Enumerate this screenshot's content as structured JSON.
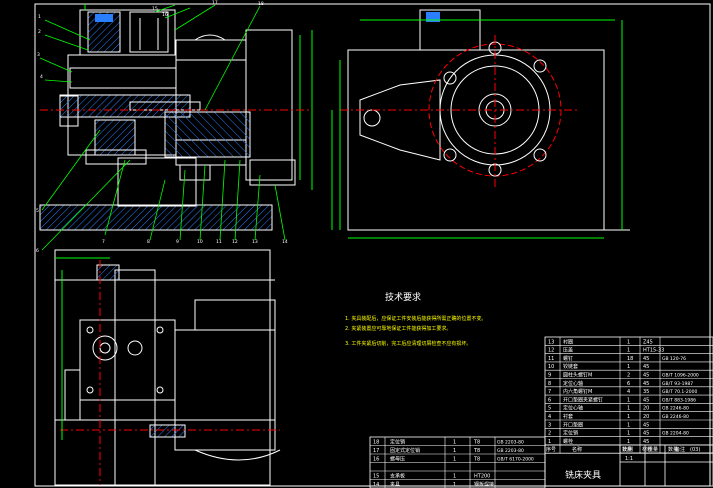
{
  "colors": {
    "background": "#000000",
    "frame": "#ffffff",
    "outline": "#ffffff",
    "dimension": "#00ff00",
    "centerline": "#ff0000",
    "hatch": "#2a7fff",
    "text": "#ffffff",
    "notes": "#ffff00"
  },
  "tech": {
    "title": "技术要求",
    "notes": [
      "1. 夹具装配后，应保证工件安装后能获得所需正确的位置不变。",
      "2. 夹紧装置应可靠地保证工件能获得加工要求。",
      "3. 工件夹紧后切削，完工后应清理切屑检查不应有损坏。"
    ]
  },
  "title_block": {
    "name": "铣床夹具",
    "drawing_code": "(03)",
    "scale": "1:1",
    "col_seq": "序号",
    "col_name": "名称",
    "col_qty": "数量",
    "col_material": "材料",
    "col_note": "备注",
    "col_scale": "比例",
    "col_weight": "重量",
    "col_draw": "数量"
  },
  "bom_left": [
    {
      "no": "18",
      "name": "定位销",
      "qty": "1",
      "mat": "T8",
      "std": "GB 2203-80"
    },
    {
      "no": "17",
      "name": "固定式定位销",
      "qty": "1",
      "mat": "T8",
      "std": "GB 2203-80"
    },
    {
      "no": "16",
      "name": "螺母压",
      "qty": "1",
      "mat": "T8",
      "std": "GB/T 6170-2000"
    },
    {
      "no": "15",
      "name": "支承板",
      "qty": "1",
      "mat": "HT200",
      "std": ""
    },
    {
      "no": "14",
      "name": "夹具",
      "qty": "1",
      "mat": "钢板焊接",
      "std": ""
    }
  ],
  "bom_right": [
    {
      "no": "13",
      "name": "衬圈",
      "qty": "1",
      "mat": "Z45",
      "std": ""
    },
    {
      "no": "12",
      "name": "压盖",
      "qty": "1",
      "mat": "HT15-33",
      "std": ""
    },
    {
      "no": "11",
      "name": "螺钉",
      "qty": "18",
      "mat": "45",
      "std": "GB 120-76"
    },
    {
      "no": "10",
      "name": "铰链套",
      "qty": "1",
      "mat": "45",
      "std": ""
    },
    {
      "no": "9",
      "name": "圆柱头螺钉M",
      "qty": "2",
      "mat": "45",
      "std": "GB/T 1096-2000"
    },
    {
      "no": "8",
      "name": "定位心轴",
      "qty": "6",
      "mat": "45",
      "std": "GB/T 93-1987"
    },
    {
      "no": "7",
      "name": "内六角螺钉M",
      "qty": "4",
      "mat": "35",
      "std": "GB/T 70.1-2000"
    },
    {
      "no": "6",
      "name": "开口垫圈夹紧螺钉",
      "qty": "1",
      "mat": "45",
      "std": "GB/T 883-1986"
    },
    {
      "no": "5",
      "name": "定位心轴",
      "qty": "1",
      "mat": "20",
      "std": "GB 2246-80"
    },
    {
      "no": "4",
      "name": "衬套",
      "qty": "1",
      "mat": "20",
      "std": "GB 2246-80"
    },
    {
      "no": "3",
      "name": "开口垫圈",
      "qty": "1",
      "mat": "45",
      "std": ""
    },
    {
      "no": "2",
      "name": "定位销",
      "qty": "1",
      "mat": "45",
      "std": "GB 2204-80"
    },
    {
      "no": "1",
      "name": "螺栓",
      "qty": "1",
      "mat": "45",
      "std": ""
    }
  ],
  "leader_labels": [
    "1",
    "2",
    "3",
    "4",
    "5",
    "6",
    "7",
    "8",
    "9",
    "10",
    "11",
    "12",
    "13",
    "14",
    "15",
    "16",
    "17",
    "18"
  ]
}
